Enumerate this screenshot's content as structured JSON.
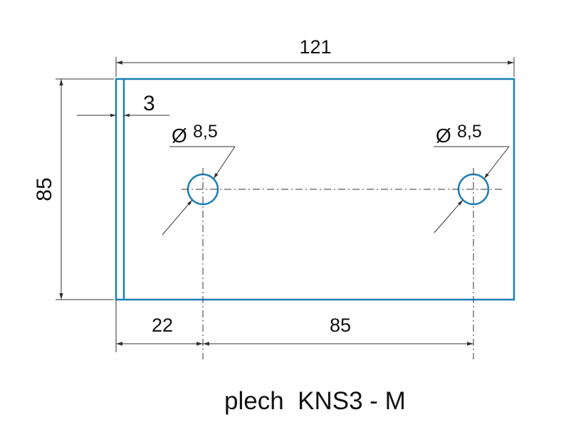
{
  "drawing": {
    "title": "plech  KNS3 - M",
    "dims": {
      "width": "121",
      "height": "85",
      "edge": "3",
      "offset": "22",
      "spacing": "85",
      "hole_left": "8,5",
      "hole_right": "8,5",
      "diameter_symbol": "Ø"
    },
    "colors": {
      "part_outline": "#1b7fb6",
      "dimension_lines": "#333333",
      "text": "#111111"
    }
  }
}
